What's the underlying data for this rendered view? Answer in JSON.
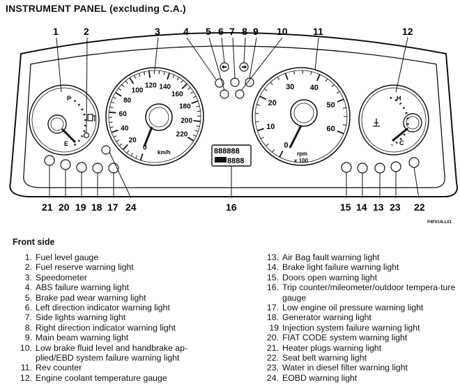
{
  "title": "INSTRUMENT PANEL (excluding C.A.)",
  "figure_code": "P4F014LL01",
  "section_heading": "Front side",
  "callouts_top": [
    "1",
    "2",
    "3",
    "4",
    "5",
    "6",
    "7",
    "8",
    "9",
    "10",
    "11",
    "12"
  ],
  "callouts_bottom": [
    "21",
    "20",
    "19",
    "18",
    "17",
    "24",
    "16",
    "15",
    "14",
    "13",
    "23",
    "22"
  ],
  "speedo_ticks": [
    "0",
    "20",
    "40",
    "60",
    "80",
    "100",
    "120",
    "140",
    "160",
    "180",
    "200",
    "220"
  ],
  "speedo_unit": "km/h",
  "rev_ticks": [
    "0",
    "10",
    "20",
    "30",
    "40",
    "50",
    "60"
  ],
  "rev_unit": "rpm",
  "rev_mult": "x 100",
  "fuel_labels": {
    "full": "F",
    "empty": "E"
  },
  "temp_labels": {
    "high": "H",
    "cold": "C"
  },
  "odo_digits": "888888",
  "trip_digits": "8888",
  "icon_names": [
    "fuel-pump-icon",
    "arrow-left-icon",
    "arrow-right-icon",
    "lightbulb-icon",
    "brake-icon",
    "abs-icon",
    "battery-icon",
    "oil-can-icon",
    "seatbelt-icon",
    "coolant-icon"
  ],
  "items_left": [
    {
      "num": "1.",
      "text": "Fuel level gauge"
    },
    {
      "num": "2.",
      "text": "Fuel reserve warning light"
    },
    {
      "num": "3.",
      "text": "Speedometer"
    },
    {
      "num": "4.",
      "text": "ABS failure warning light"
    },
    {
      "num": "5.",
      "text": "Brake pad wear warning light"
    },
    {
      "num": "6.",
      "text": "Left direction indicator warning light"
    },
    {
      "num": "7.",
      "text": "Side lights warning light"
    },
    {
      "num": "8.",
      "text": "Right direction indicator warning light"
    },
    {
      "num": "9.",
      "text": "Main beam warning light"
    },
    {
      "num": "10.",
      "text": "Low brake fluid level and handbrake ap-plied/EBD system failure warning light"
    },
    {
      "num": "11.",
      "text": "Rev counter"
    },
    {
      "num": "12.",
      "text": "Engine coolant temperature gauge"
    }
  ],
  "items_right": [
    {
      "num": "13.",
      "text": "Air Bag fault warning light"
    },
    {
      "num": "14.",
      "text": "Brake light failure warning light"
    },
    {
      "num": "15.",
      "text": "Doors open warning light"
    },
    {
      "num": "16.",
      "text": "Trip counter/mileometer/outdoor tempera-ture gauge"
    },
    {
      "num": "17.",
      "text": "Low engine oil pressure warning light"
    },
    {
      "num": "18.",
      "text": "Generator warning light"
    },
    {
      "num": "19",
      "text": "Injection system failure warning light"
    },
    {
      "num": "20.",
      "text": "FIAT CODE system warning light"
    },
    {
      "num": "21.",
      "text": "Heater plugs warning light"
    },
    {
      "num": "22.",
      "text": "Seat belt warning light"
    },
    {
      "num": "23.",
      "text": "Water in diesel filter warning light"
    },
    {
      "num": "24.",
      "text": "EOBD warning light"
    }
  ]
}
